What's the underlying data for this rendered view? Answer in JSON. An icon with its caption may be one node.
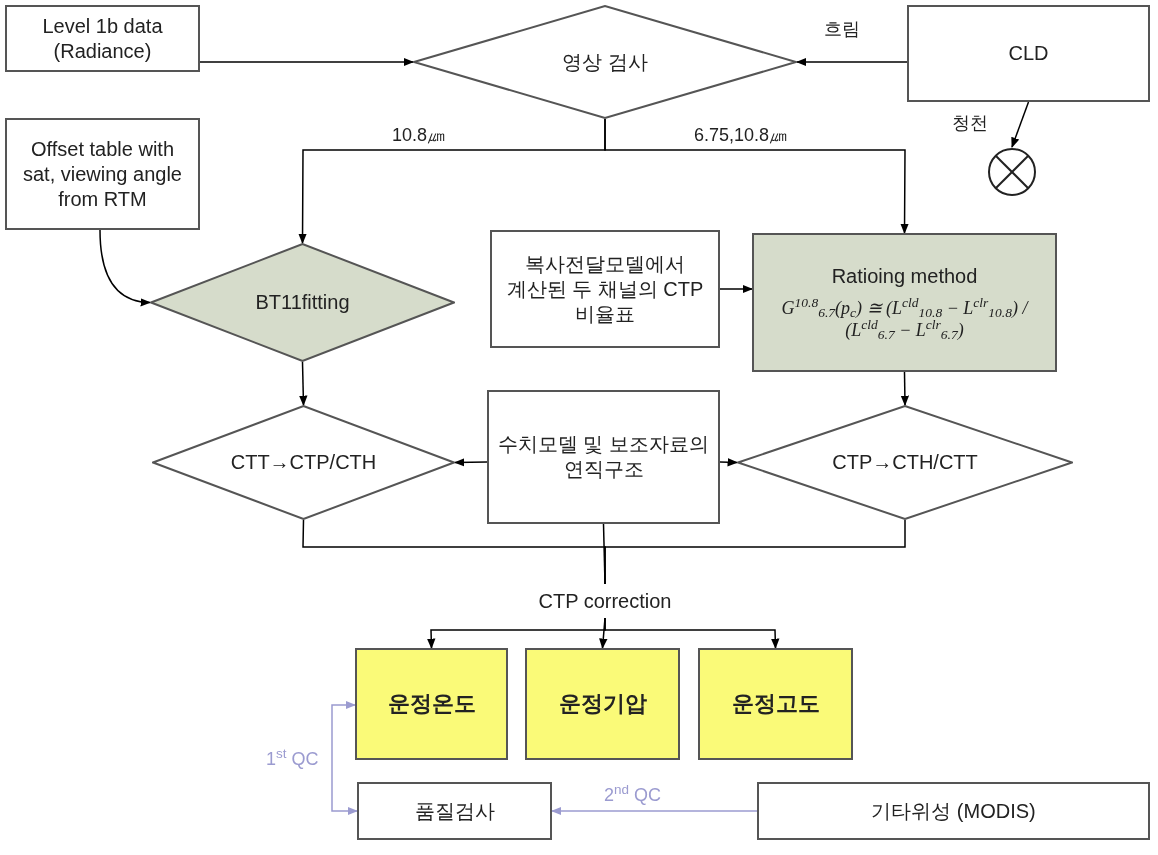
{
  "diagram": {
    "nodes": [
      {
        "text": [
          "Level 1b data (Radiance)"
        ]
      },
      {
        "text": [
          "영상 검사"
        ]
      },
      {
        "text": [
          "CLD"
        ]
      },
      {
        "text": [],
        "shape": "circle"
      },
      {
        "text": [
          "Offset table with sat, viewing angle from RTM"
        ]
      },
      {
        "text": [
          "BT11fitting"
        ]
      },
      {
        "text": [
          "복사전달모델에서 계산된 두 채널의 CTP 비율표"
        ]
      },
      {
        "text": [
          "Ratioing method",
          "G$^{10.8}$$_{6.7}$(p$_{c}$) ≅ (L$^{cld}$$_{10.8}$ − L$^{clr}$$_{10.8}$) / (L$^{cld}$$_{6.7}$ − L$^{clr}$$_{6.7}$)"
        ]
      },
      {
        "text": [
          "CTT→CTP/CTH"
        ]
      },
      {
        "text": [
          "수치모델 및 보조자료의 연직구조"
        ]
      },
      {
        "text": [
          "CTP→CTH/CTT"
        ]
      },
      {
        "text": [
          "CTP correction"
        ]
      },
      {
        "text": [
          "운정온도"
        ]
      },
      {
        "text": [
          "운정기압"
        ]
      },
      {
        "text": [
          "운정고도"
        ]
      },
      {
        "text": [
          "품질검사"
        ]
      },
      {
        "text": [
          "기타위성 (MODIS)"
        ]
      }
    ],
    "edges": [
      {
        "from": 0,
        "to": 1,
        "arrow": "to"
      },
      {
        "from": 2,
        "to": 1,
        "arrow": "to",
        "label": "흐림"
      },
      {
        "from": 2,
        "to": 3,
        "arrow": "to",
        "label": "청천"
      },
      {
        "from": 1,
        "to": 5,
        "arrow": "to",
        "label": "10.8㎛"
      },
      {
        "from": 1,
        "to": 7,
        "arrow": "to",
        "label": "6.75,10.8㎛"
      },
      {
        "from": 4,
        "to": 5,
        "arrow": "to"
      },
      {
        "from": 6,
        "to": 7,
        "arrow": "to"
      },
      {
        "from": 5,
        "to": 8,
        "arrow": "to"
      },
      {
        "from": 7,
        "to": 10,
        "arrow": "to"
      },
      {
        "from": 9,
        "to": 8,
        "arrow": "to"
      },
      {
        "from": 9,
        "to": 10,
        "arrow": "to"
      },
      {
        "from": 8,
        "to": 11,
        "arrow": "none"
      },
      {
        "from": 9,
        "to": 11,
        "arrow": "none"
      },
      {
        "from": 10,
        "to": 11,
        "arrow": "none"
      },
      {
        "from": 11,
        "to": 12,
        "arrow": "to"
      },
      {
        "from": 11,
        "to": 13,
        "arrow": "to"
      },
      {
        "from": 11,
        "to": 14,
        "arrow": "to"
      },
      {
        "from": 12,
        "to": 15,
        "arrow": "both",
        "label": "1$^{st}$ QC",
        "color": "#9b9bd0"
      },
      {
        "from": 16,
        "to": 15,
        "arrow": "to",
        "label": "2$^{nd}$ QC",
        "color": "#9b9bd0"
      }
    ]
  }
}
